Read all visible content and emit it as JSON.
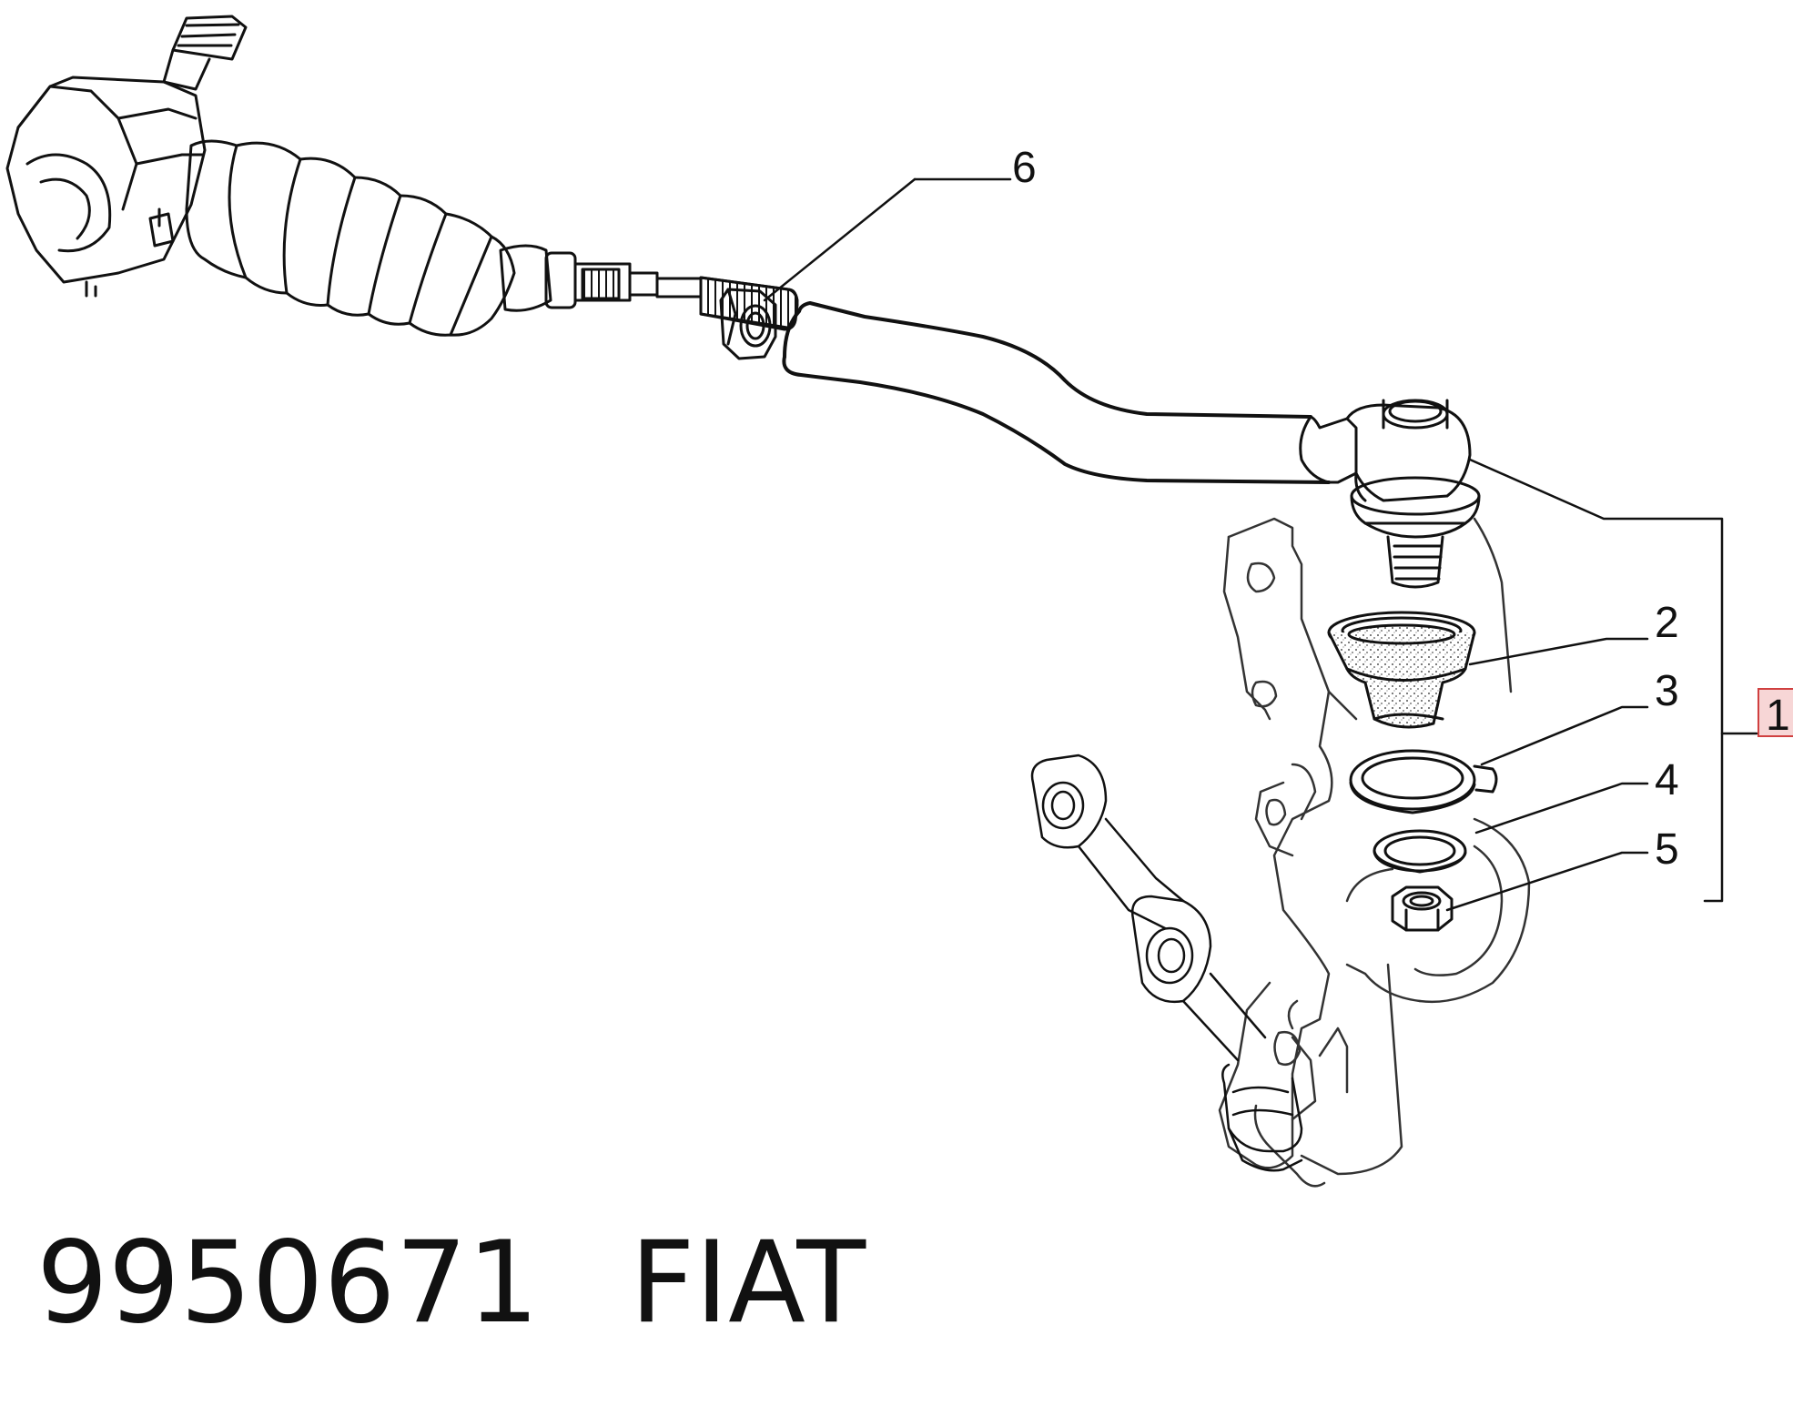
{
  "diagram": {
    "callouts": {
      "c1": "1",
      "c2": "2",
      "c3": "3",
      "c4": "4",
      "c5": "5",
      "c6": "6"
    },
    "colors": {
      "line": "#111111",
      "highlight_border": "#d04040",
      "highlight_fill": "#f7d6d6"
    }
  },
  "caption": {
    "part_number": "9950671",
    "brand": "FIAT"
  }
}
